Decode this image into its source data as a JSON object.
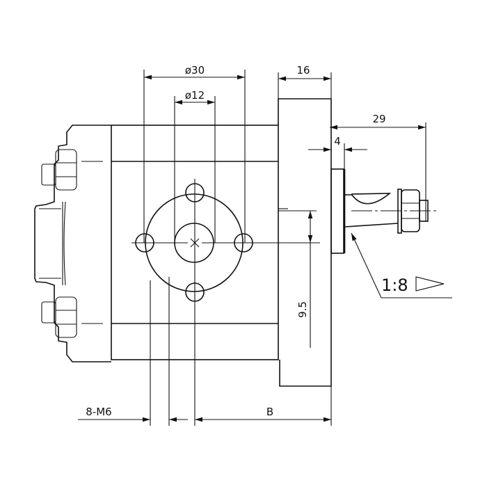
{
  "dimensions": {
    "d30": "ø30",
    "d12": "ø12",
    "w16": "16",
    "w29": "29",
    "w4": "4",
    "h9_5": "9.5",
    "thread": "8-M6",
    "b": "B",
    "taper": "1:8"
  },
  "colors": {
    "line": "#111111",
    "background": "#ffffff"
  }
}
